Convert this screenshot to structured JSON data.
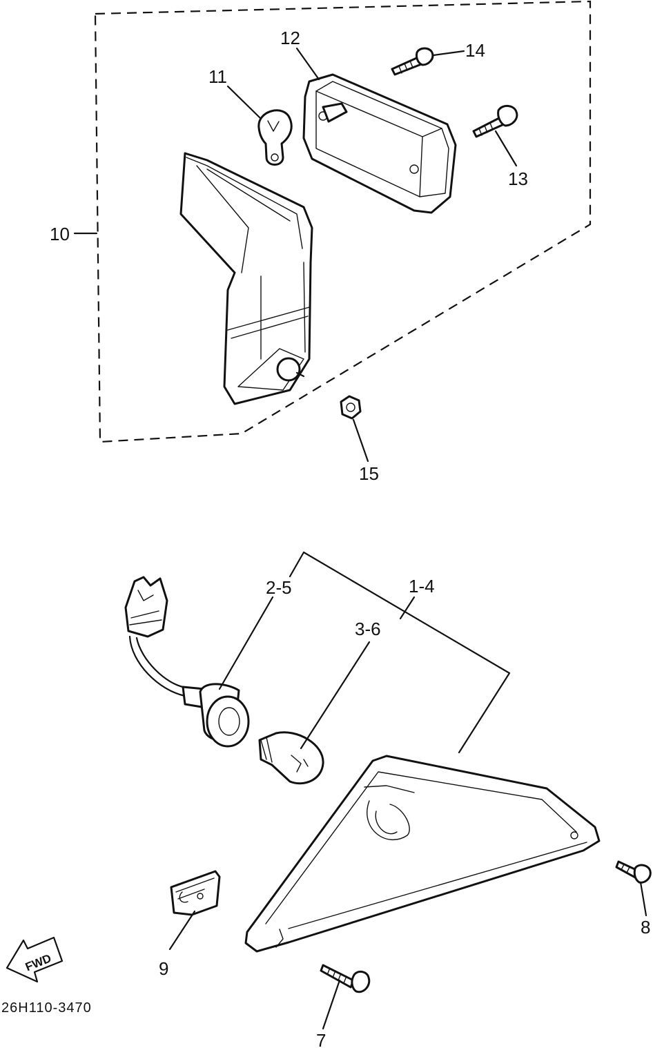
{
  "labels": {
    "p10": "10",
    "p11": "11",
    "p12": "12",
    "p13": "13",
    "p14": "14",
    "p15": "15",
    "p25": "2-5",
    "p14b": "1-4",
    "p36": "3-6",
    "p7": "7",
    "p8": "8",
    "p9": "9"
  },
  "direction_arrow": "FWD",
  "drawing_code": "26H110-3470",
  "colors": {
    "ink": "#111111",
    "paper": "#ffffff"
  }
}
